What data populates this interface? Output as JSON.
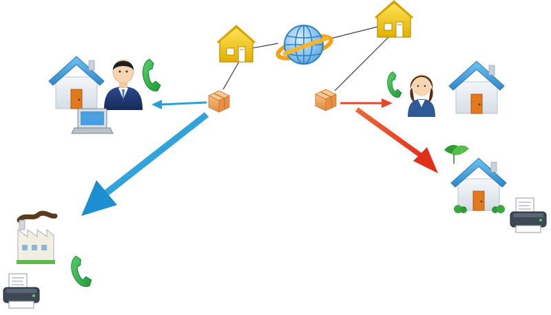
{
  "diagram": {
    "nodes": [
      {
        "id": "globe",
        "icon": "globe-icon"
      },
      {
        "id": "warehouse-left",
        "icon": "warehouse-icon"
      },
      {
        "id": "warehouse-right",
        "icon": "warehouse-icon"
      },
      {
        "id": "parcel-left",
        "icon": "parcel-box-icon"
      },
      {
        "id": "parcel-right",
        "icon": "parcel-box-icon"
      },
      {
        "id": "house-left",
        "icon": "house-icon"
      },
      {
        "id": "businessman",
        "icon": "businessman-icon"
      },
      {
        "id": "laptop",
        "icon": "laptop-icon"
      },
      {
        "id": "phone-left",
        "icon": "phone-handset-icon"
      },
      {
        "id": "factory",
        "icon": "factory-icon"
      },
      {
        "id": "phone-bottom-left",
        "icon": "phone-handset-icon"
      },
      {
        "id": "printer-left",
        "icon": "printer-icon"
      },
      {
        "id": "woman",
        "icon": "businesswoman-icon"
      },
      {
        "id": "phone-right",
        "icon": "phone-handset-icon"
      },
      {
        "id": "house-right",
        "icon": "house-icon"
      },
      {
        "id": "eco-house",
        "icon": "eco-house-icon"
      },
      {
        "id": "printer-right",
        "icon": "printer-icon"
      }
    ],
    "links": [
      {
        "from": "warehouse-left",
        "to": "globe"
      },
      {
        "from": "globe",
        "to": "warehouse-right"
      },
      {
        "from": "warehouse-left",
        "to": "parcel-left"
      },
      {
        "from": "warehouse-right",
        "to": "parcel-right"
      }
    ],
    "flows": [
      {
        "from": "parcel-left",
        "to": "businessman",
        "color": "#2a9fd8"
      },
      {
        "from": "parcel-left",
        "to": "factory",
        "color": "#2a9fd8"
      },
      {
        "from": "parcel-right",
        "to": "woman",
        "color": "#e8462a"
      },
      {
        "from": "parcel-right",
        "to": "eco-house",
        "color": "#e8462a"
      }
    ],
    "colors": {
      "blue_arrow": "#2a9fd8",
      "red_arrow": "#e8462a",
      "warehouse_yellow": "#f5c400",
      "parcel_orange": "#f0a35a",
      "house_blue": "#3a8fd0",
      "phone_green": "#2fb24a"
    }
  }
}
